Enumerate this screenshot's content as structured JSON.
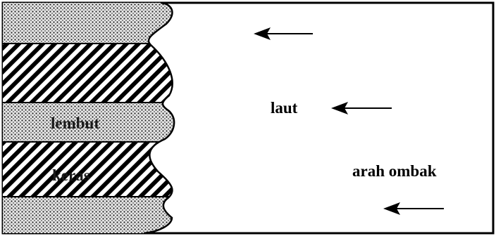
{
  "labels": {
    "soft": "lembut",
    "hard": "keras",
    "sea": "laut",
    "wave_direction": "arah ombak"
  },
  "layers": [
    "lembut",
    "keras",
    "lembut",
    "keras",
    "lembut"
  ],
  "colors": {
    "ink": "#000000",
    "background": "#ffffff",
    "dot_fill": "#d9d9d9"
  }
}
